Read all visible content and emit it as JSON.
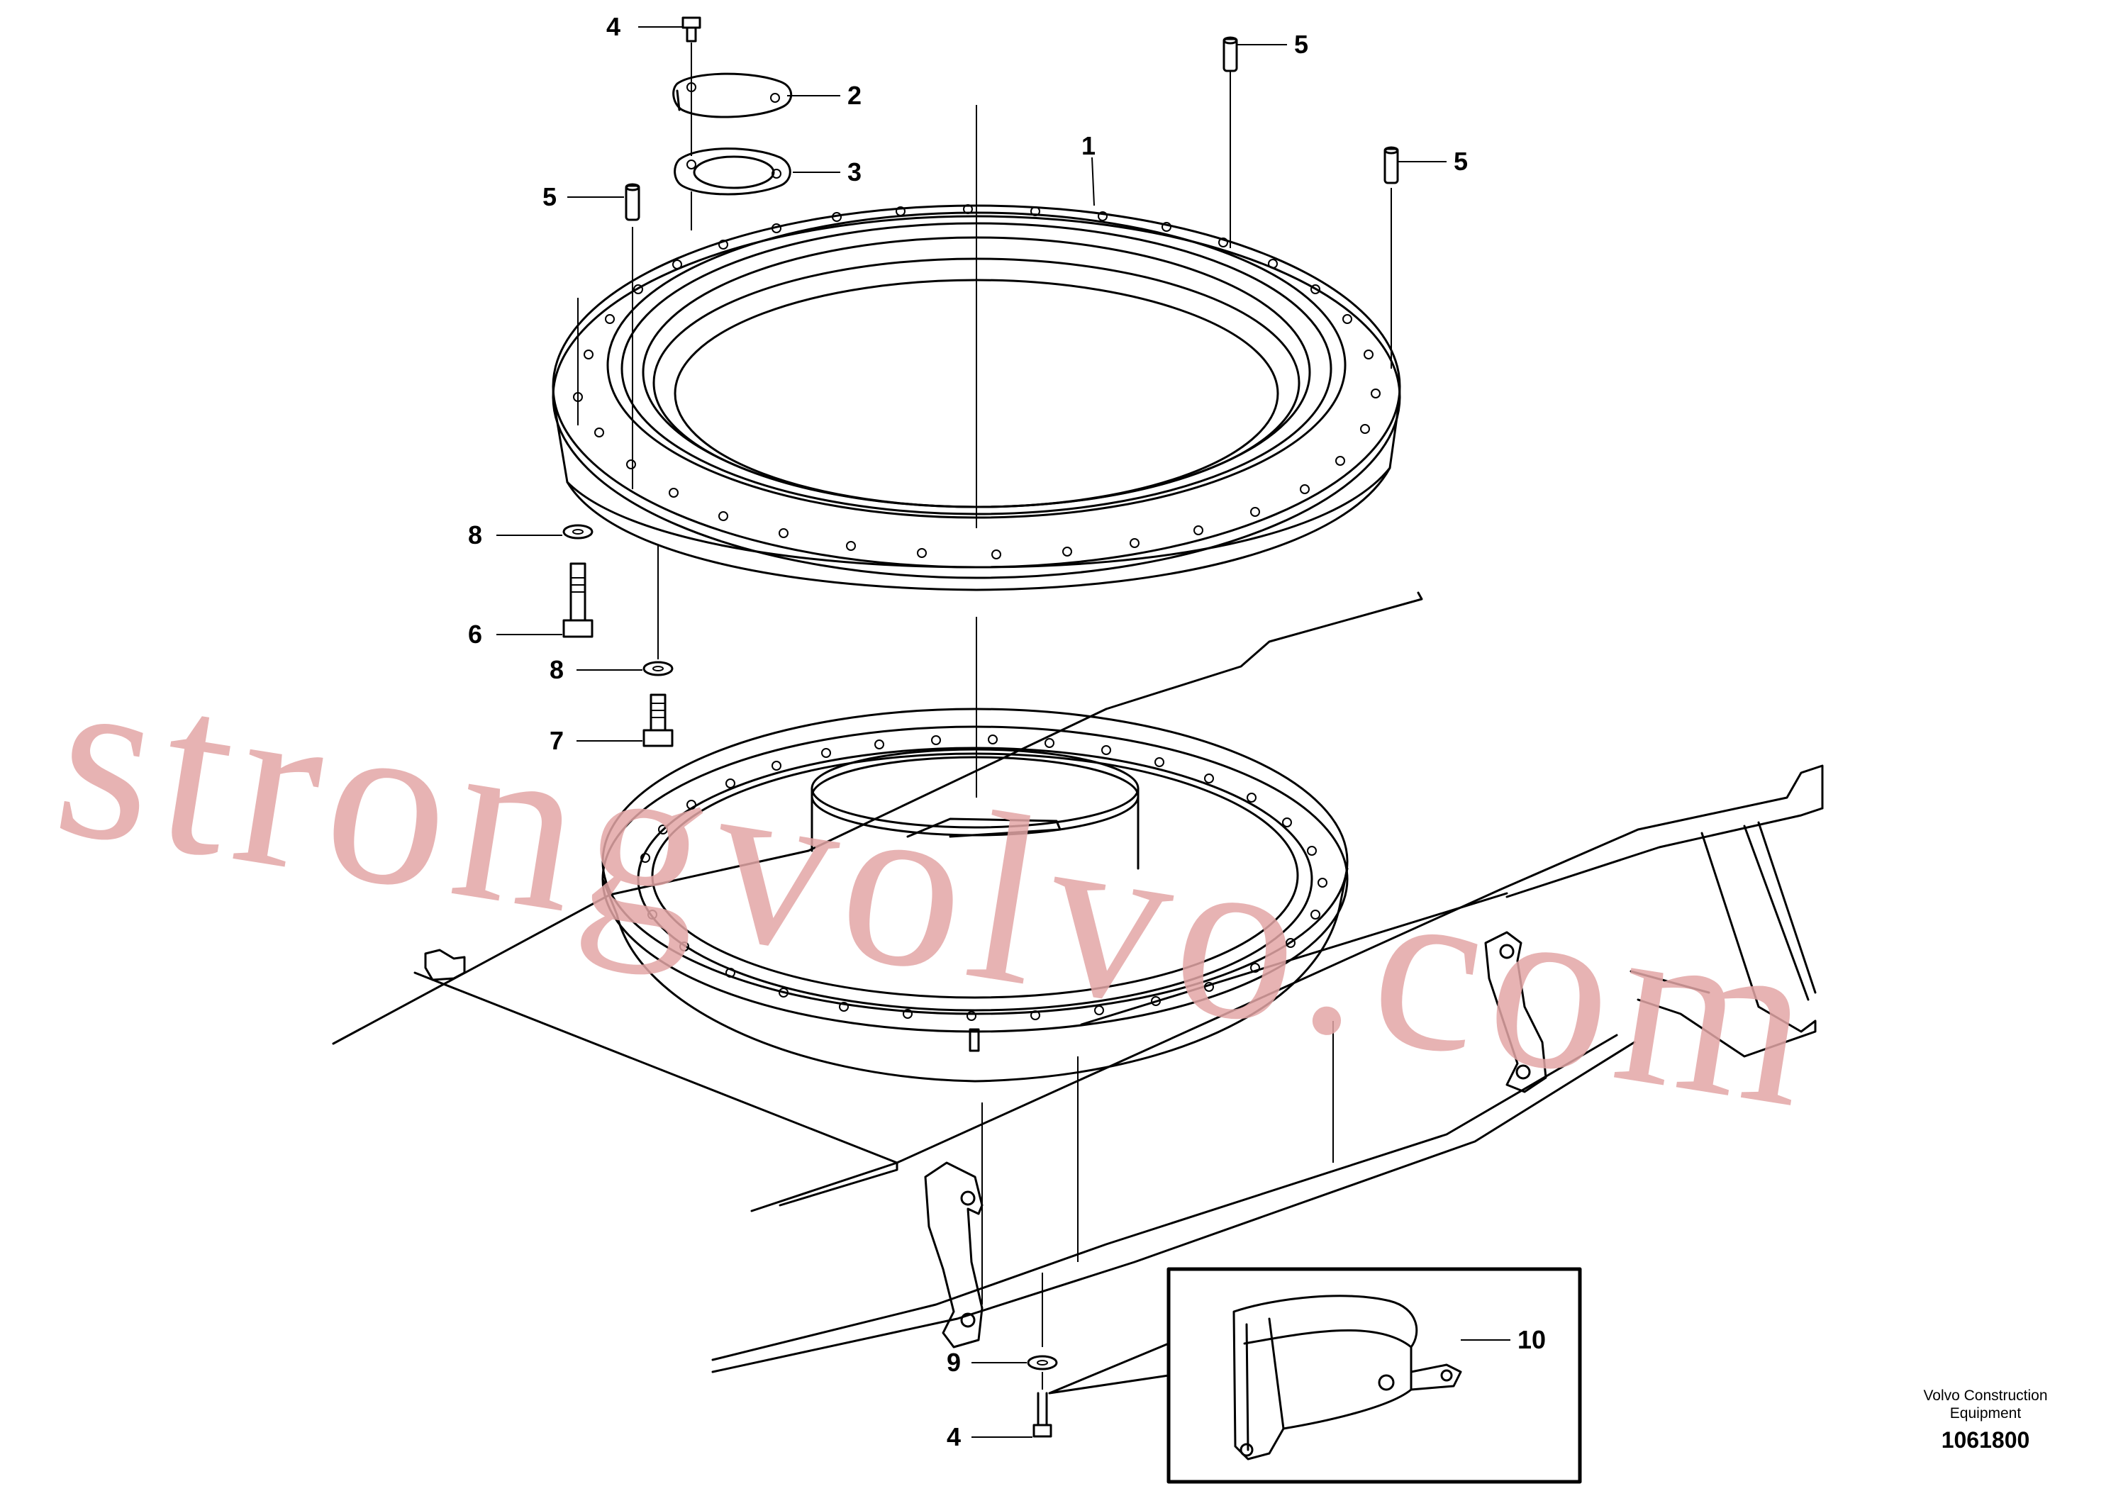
{
  "diagram": {
    "callouts": [
      {
        "id": "c4a",
        "label": "4"
      },
      {
        "id": "c2",
        "label": "2"
      },
      {
        "id": "c3",
        "label": "3"
      },
      {
        "id": "c5a",
        "label": "5"
      },
      {
        "id": "c5b",
        "label": "5"
      },
      {
        "id": "c5c",
        "label": "5"
      },
      {
        "id": "c1",
        "label": "1"
      },
      {
        "id": "c8a",
        "label": "8"
      },
      {
        "id": "c6",
        "label": "6"
      },
      {
        "id": "c8b",
        "label": "8"
      },
      {
        "id": "c7",
        "label": "7"
      },
      {
        "id": "c10",
        "label": "10"
      },
      {
        "id": "c9",
        "label": "9"
      },
      {
        "id": "c4b",
        "label": "4"
      }
    ],
    "credit_line1": "Volvo Construction",
    "credit_line2": "Equipment",
    "document_number": "1061800",
    "watermark": "strongvolvo.com",
    "watermark_color": "#e3a6a6"
  }
}
